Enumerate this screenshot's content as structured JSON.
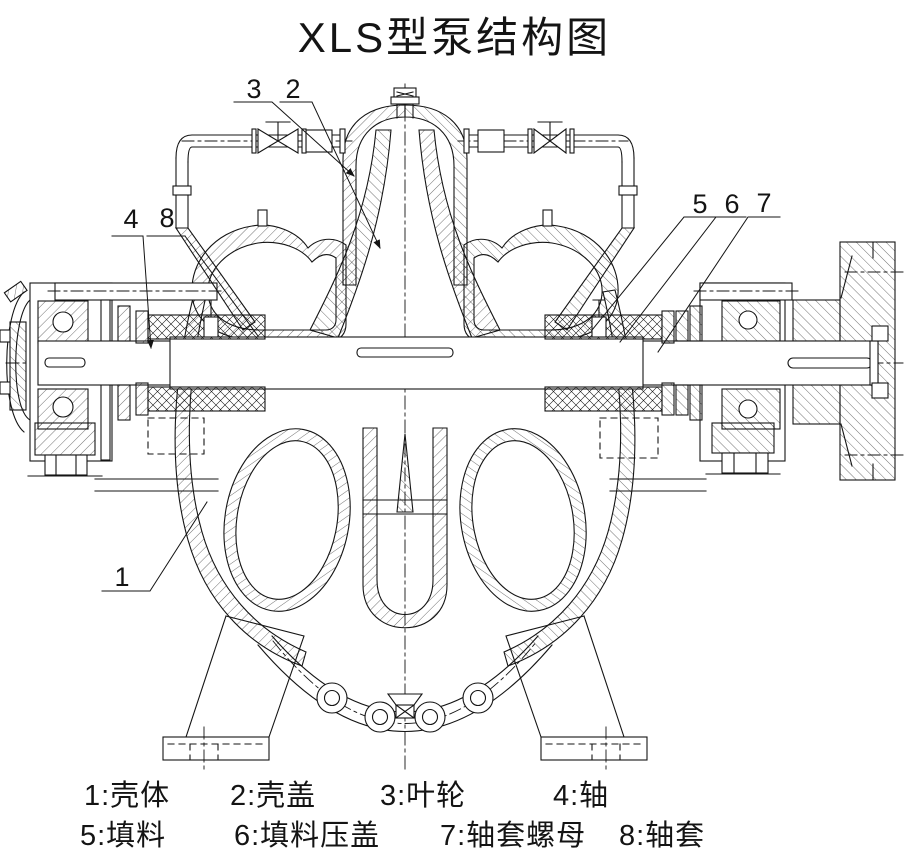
{
  "title": "XLS型泵结构图",
  "colors": {
    "line": "#141414",
    "background": "#ffffff"
  },
  "callouts": {
    "c1": {
      "label": "1"
    },
    "c2": {
      "label": "2"
    },
    "c3": {
      "label": "3"
    },
    "c4": {
      "label": "4"
    },
    "c5": {
      "label": "5"
    },
    "c6": {
      "label": "6"
    },
    "c7": {
      "label": "7"
    },
    "c8": {
      "label": "8"
    }
  },
  "legend": {
    "row1": [
      {
        "label": "1:壳体"
      },
      {
        "label": "2:壳盖"
      },
      {
        "label": "3:叶轮"
      },
      {
        "label": "4:轴"
      }
    ],
    "row2": [
      {
        "label": "5:填料"
      },
      {
        "label": "6:填料压盖"
      },
      {
        "label": "7:轴套螺母"
      },
      {
        "label": "8:轴套"
      }
    ]
  }
}
